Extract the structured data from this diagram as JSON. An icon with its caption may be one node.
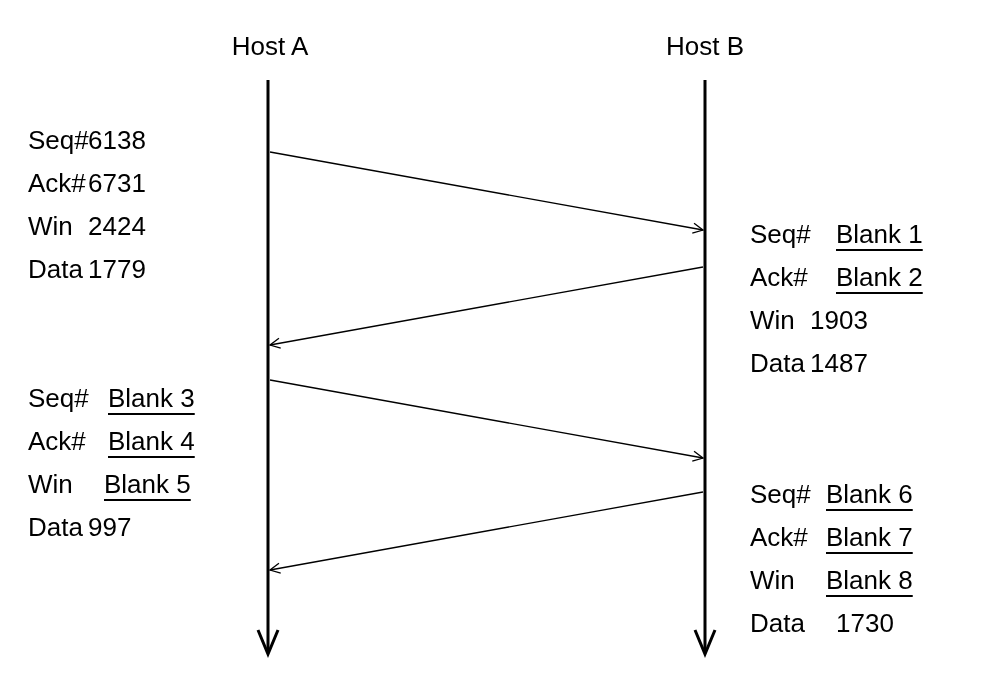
{
  "diagram": {
    "nodes": [
      {
        "text": [
          "Host A"
        ]
      },
      {
        "text": [
          "Host B"
        ]
      }
    ],
    "edges": [
      {
        "from": 0,
        "to": 1,
        "arrow": "to"
      },
      {
        "from": 1,
        "to": 0,
        "arrow": "to"
      },
      {
        "from": 0,
        "to": 1,
        "arrow": "to"
      },
      {
        "from": 1,
        "to": 0,
        "arrow": "to"
      }
    ],
    "labels": [
      "Seq#",
      "6138",
      "Ack#",
      "6731",
      "Win",
      "2424",
      "Data",
      "1779",
      "Seq#",
      "Blank 1",
      "Ack#",
      "Blank 2",
      "Win",
      "1903",
      "Data",
      "1487",
      "Seq#",
      "Blank 3",
      "Ack#",
      "Blank 4",
      "Win",
      "Blank 5",
      "Data",
      "997",
      "Seq#",
      "Blank 6",
      "Ack#",
      "Blank 7",
      "Win",
      "Blank 8",
      "Data",
      "1730"
    ]
  }
}
